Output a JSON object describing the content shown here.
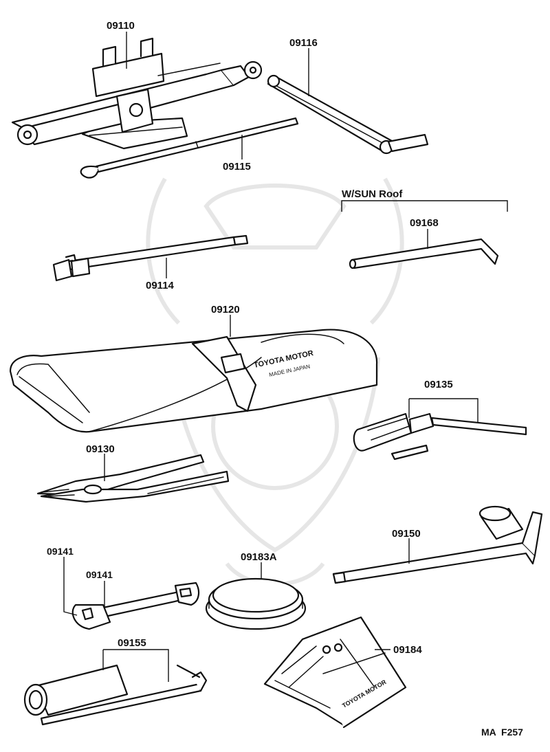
{
  "parts": {
    "p09110": "09110",
    "p09116": "09116",
    "p09115": "09115",
    "p09114": "09114",
    "p09168": "09168",
    "p09120": "09120",
    "p09135": "09135",
    "p09130": "09130",
    "p09150": "09150",
    "p09141a": "09141",
    "p09141b": "09141",
    "p09183a": "09183A",
    "p09155": "09155",
    "p09184": "09184"
  },
  "annotations": {
    "sunroof": "W/SUN Roof",
    "figure_code": "MA  F257"
  },
  "imprints": {
    "tool_bag": "TOYOTA MOTOR",
    "tool_bag_sub": "MADE IN JAPAN",
    "chock": "TOYOTA MOTOR"
  },
  "colors": {
    "ink": "#111111",
    "watermark": "#e6e6e6",
    "background": "#ffffff"
  }
}
